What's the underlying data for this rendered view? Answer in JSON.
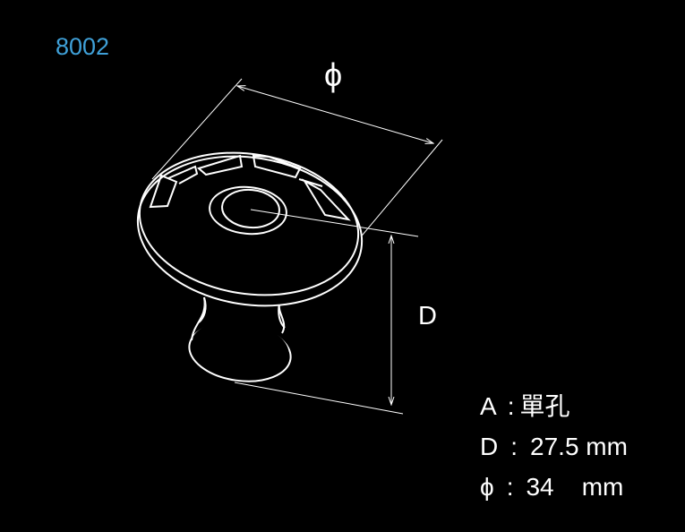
{
  "model_number": "8002",
  "accent_color": "#3fa0d8",
  "dimension_labels": {
    "diameter": "ϕ",
    "depth": "D"
  },
  "specs": [
    {
      "key": "A",
      "sep": ":",
      "value": "單孔"
    },
    {
      "key": "D",
      "sep": ":",
      "value": "27.5 mm"
    },
    {
      "key": "ϕ",
      "sep": ":",
      "value": "34    mm"
    }
  ]
}
